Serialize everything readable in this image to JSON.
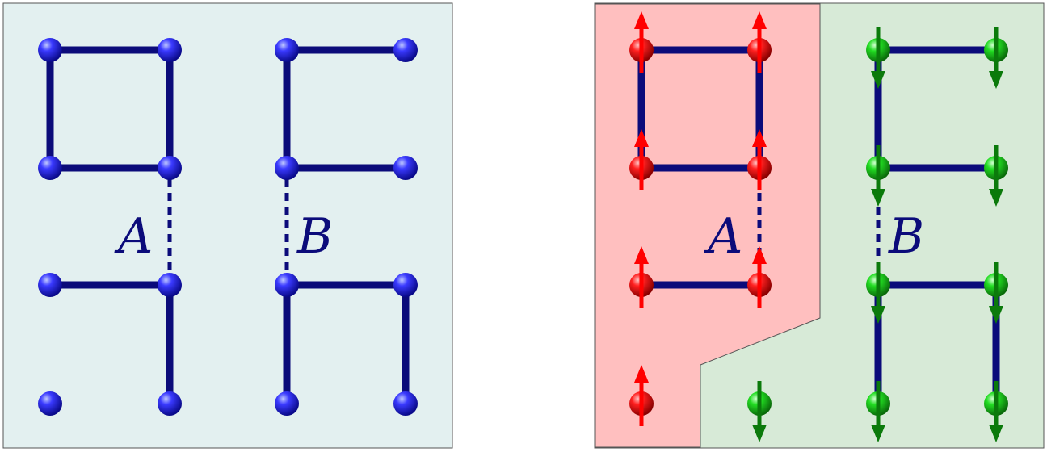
{
  "panels": [
    {
      "id": "left",
      "labels": {
        "a": "A",
        "b": "B"
      },
      "background": "#e3f0f0"
    },
    {
      "id": "right",
      "labels": {
        "a": "A",
        "b": "B"
      },
      "regions": [
        {
          "name": "spin-up-region",
          "color": "#ffbfbf"
        },
        {
          "name": "spin-down-region",
          "color": "#d7ead7"
        }
      ]
    }
  ],
  "colors": {
    "bond": "#0b0b7a",
    "node_blue": "#1a1ad6",
    "node_red": "#e01010",
    "node_green": "#12c012",
    "arrow_up": "#ff0000",
    "arrow_down": "#0b7a0b",
    "panel_border": "#555555"
  },
  "spins": {
    "up": "red-up-arrow",
    "down": "green-down-arrow"
  }
}
